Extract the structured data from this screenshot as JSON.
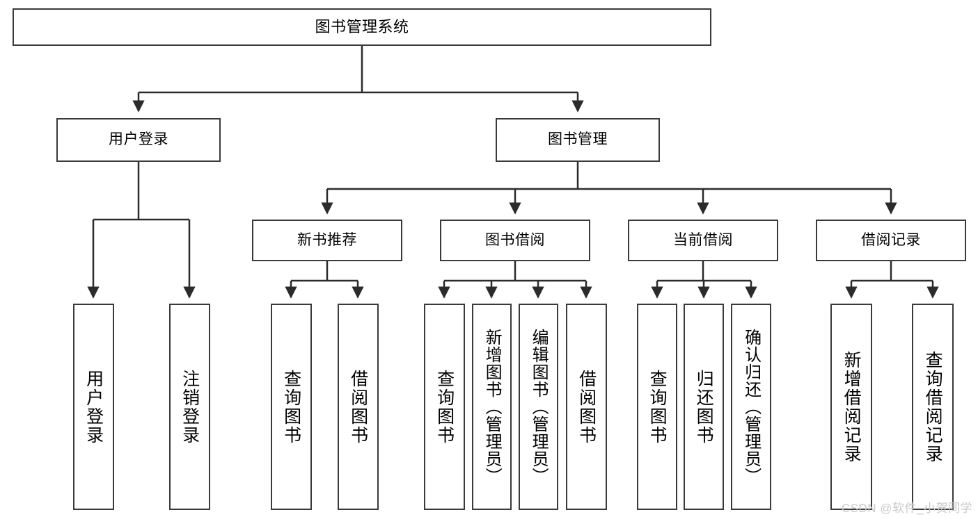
{
  "diagram": {
    "title": "图书管理系统",
    "watermark": "CSDN @软件_小贺同学",
    "colors": {
      "border": "#3a3a3a",
      "background": "#ffffff",
      "connector": "#2b2b2b",
      "watermark": "#c9c9c9"
    },
    "nodes": {
      "root": {
        "label": "图书管理系统"
      },
      "level2": [
        {
          "id": "user-login",
          "label": "用户登录"
        },
        {
          "id": "book-management",
          "label": "图书管理"
        }
      ],
      "level3": [
        {
          "id": "new-book-recommend",
          "label": "新书推荐"
        },
        {
          "id": "book-borrow",
          "label": "图书借阅"
        },
        {
          "id": "current-borrow",
          "label": "当前借阅"
        },
        {
          "id": "borrow-record",
          "label": "借阅记录"
        }
      ],
      "leaves": {
        "user_login": [
          {
            "id": "leaf-user-login",
            "label": "用户登录"
          },
          {
            "id": "leaf-logout-login",
            "label": "注销登录"
          }
        ],
        "new_book_recommend": [
          {
            "id": "leaf-query-book-1",
            "label": "查询图书"
          },
          {
            "id": "leaf-borrow-book-1",
            "label": "借阅图书"
          }
        ],
        "book_borrow": [
          {
            "id": "leaf-query-book-2",
            "label": "查询图书"
          },
          {
            "id": "leaf-add-book",
            "label": "新增图书（管理员）"
          },
          {
            "id": "leaf-edit-book",
            "label": "编辑图书（管理员）"
          },
          {
            "id": "leaf-borrow-book-2",
            "label": "借阅图书"
          }
        ],
        "current_borrow": [
          {
            "id": "leaf-query-book-3",
            "label": "查询图书"
          },
          {
            "id": "leaf-return-book",
            "label": "归还图书"
          },
          {
            "id": "leaf-confirm-return",
            "label": "确认归还（管理员）"
          }
        ],
        "borrow_record": [
          {
            "id": "leaf-add-record",
            "label": "新增借阅记录"
          },
          {
            "id": "leaf-query-record",
            "label": "查询借阅记录"
          }
        ]
      }
    }
  }
}
